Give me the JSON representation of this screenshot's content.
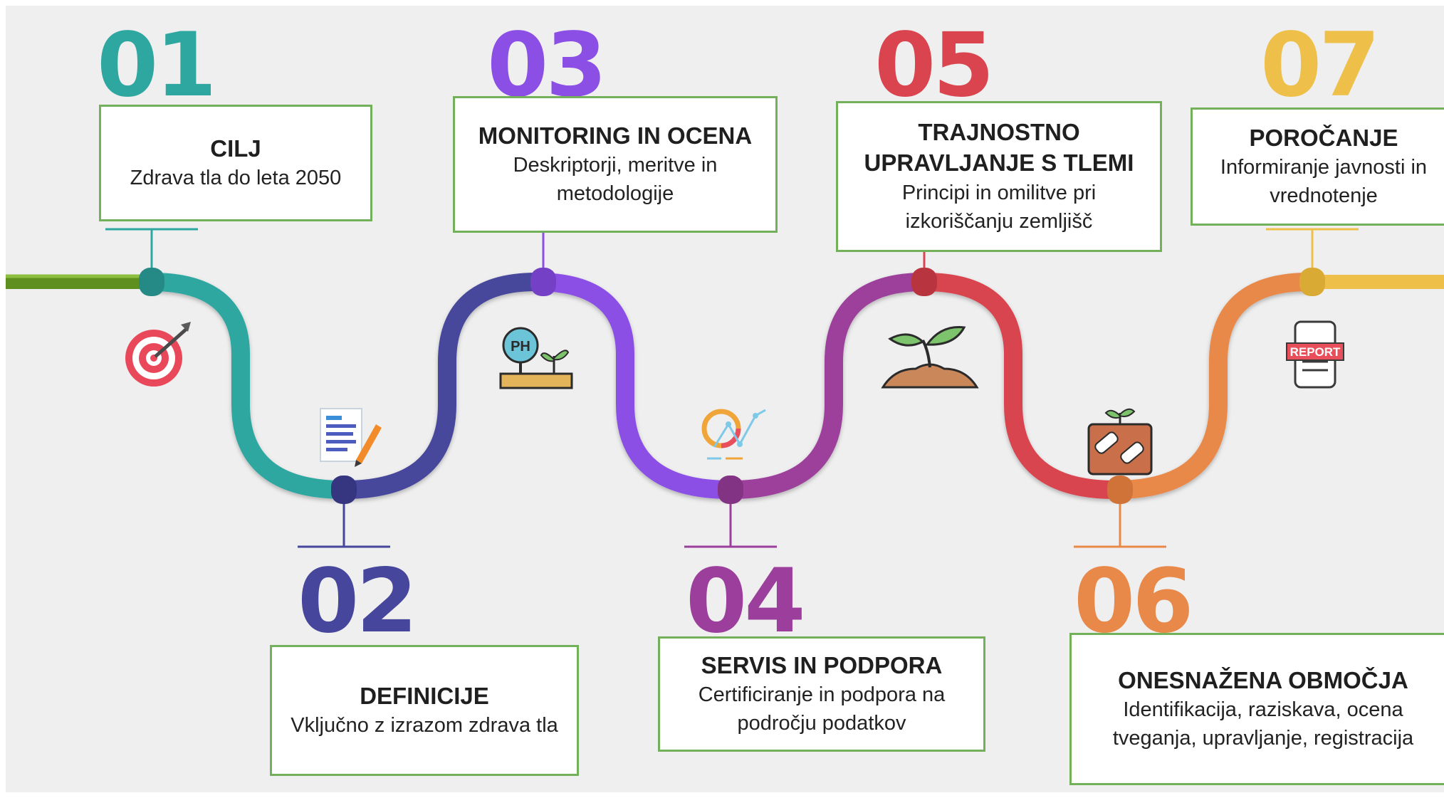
{
  "steps": [
    {
      "number": "01",
      "title": "CILJ",
      "desc": "Zdrava tla do leta 2050",
      "color": "#2fa7a1",
      "icon": "target-icon"
    },
    {
      "number": "02",
      "title": "DEFINICIJE",
      "desc": "Vključno z izrazom zdrava tla",
      "color": "#46469c",
      "icon": "document-pencil-icon"
    },
    {
      "number": "03",
      "title": "MONITORING IN OCENA",
      "desc": "Deskriptorji, meritve in metodologije",
      "color": "#8b4fe6",
      "icon": "ph-meter-plant-icon"
    },
    {
      "number": "04",
      "title": "SERVIS IN PODPORA",
      "desc": "Certificiranje in podpora na področju podatkov",
      "color": "#9c3f9c",
      "icon": "data-analytics-icon"
    },
    {
      "number": "05",
      "title": "TRAJNOSTNO UPRAVLJANJE S TLEMI",
      "desc": "Principi in omilitve pri izkoriščanju zemljišč",
      "color": "#d9444f",
      "icon": "seedling-soil-icon"
    },
    {
      "number": "06",
      "title": "ONESNAŽENA OBMOČJA",
      "desc": "Identifikacija, raziskava, ocena tveganja, upravljanje, registracija",
      "color": "#e8894a",
      "icon": "contaminated-soil-icon"
    },
    {
      "number": "07",
      "title": "POROČANJE",
      "desc": "Informiranje javnosti in vrednotenje",
      "color": "#eec04a",
      "icon": "report-icon"
    }
  ],
  "report_icon_text": "REPORT",
  "ph_icon_text": "PH",
  "colors": {
    "card_border": "#72b05a",
    "start_line": "#5f8f1f",
    "end_line": "#eec04a"
  }
}
